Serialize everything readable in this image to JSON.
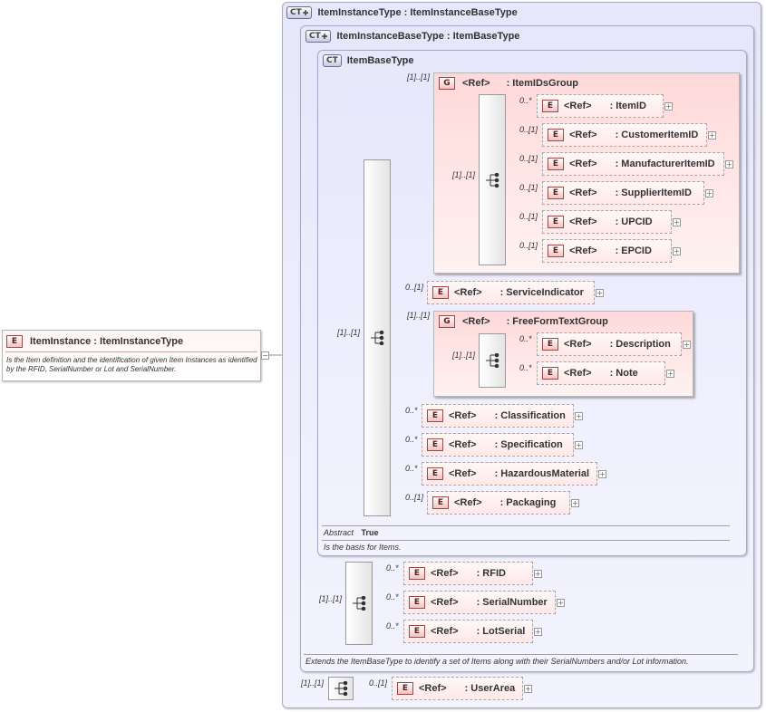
{
  "root": {
    "badge": "E",
    "label": "ItemInstance : ItemInstanceType",
    "description": "Is the Item definition and the identification of given Item Instances as identified by the RFID, SerialNumber or Lot and SerialNumber.",
    "collapse_symbol": "−"
  },
  "types": {
    "outer": {
      "badge": "CT",
      "label": "ItemInstanceType : ItemInstanceBaseType"
    },
    "middle": {
      "badge": "CT",
      "label": "ItemInstanceBaseType : ItemBaseType",
      "description": "Extends the ItemBaseType to identify a set of Items along with their SerialNumbers and/or Lot information."
    },
    "inner": {
      "badge": "CT",
      "label": "ItemBaseType",
      "abstract_label": "Abstract",
      "abstract_value": "True",
      "description": "Is the basis for Items."
    }
  },
  "ref": "<Ref>",
  "element_badge": "E",
  "group_badge": "G",
  "expand_symbol": "+",
  "groups": {
    "ids": {
      "name": ": ItemIDsGroup",
      "cardinality": "[1]..[1]",
      "seq_cardinality": "[1]..[1]"
    },
    "text": {
      "name": ": FreeFormTextGroup",
      "cardinality": "[1]..[1]",
      "seq_cardinality": "[1]..[1]"
    }
  },
  "ids_elements": [
    {
      "name": ": ItemID",
      "card": "0..*"
    },
    {
      "name": ": CustomerItemID",
      "card": "0..[1]"
    },
    {
      "name": ": ManufacturerItemID",
      "card": "0..[1]"
    },
    {
      "name": ": SupplierItemID",
      "card": "0..[1]"
    },
    {
      "name": ": UPCID",
      "card": "0..[1]"
    },
    {
      "name": ": EPCID",
      "card": "0..[1]"
    }
  ],
  "service": {
    "name": ": ServiceIndicator",
    "card": "0..[1]"
  },
  "text_elements": [
    {
      "name": ": Description",
      "card": "0..*"
    },
    {
      "name": ": Note",
      "card": "0..*"
    }
  ],
  "base_elements": [
    {
      "name": ": Classification",
      "card": "0..*"
    },
    {
      "name": ": Specification",
      "card": "0..*"
    },
    {
      "name": ": HazardousMaterial",
      "card": "0..*"
    },
    {
      "name": ": Packaging",
      "card": "0..[1]"
    }
  ],
  "base_seq_card": "[1]..[1]",
  "instance_elements": [
    {
      "name": ": RFID",
      "card": "0..*"
    },
    {
      "name": ": SerialNumber",
      "card": "0..*"
    },
    {
      "name": ": LotSerial",
      "card": "0..*"
    }
  ],
  "instance_seq_card": "[1]..[1]",
  "user_area": {
    "name": ": UserArea",
    "card": "0..[1]"
  },
  "outer_seq_card": "[1]..[1]"
}
